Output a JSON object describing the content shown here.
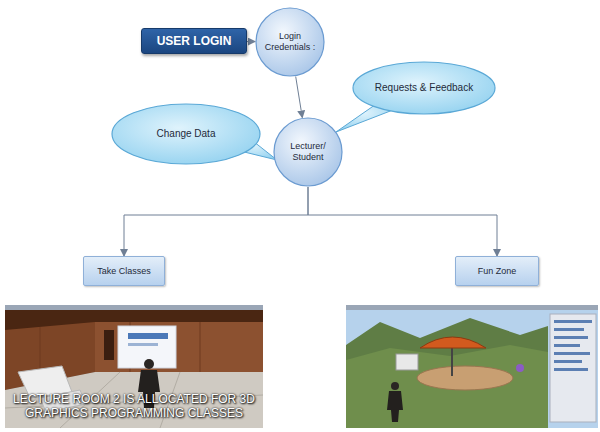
{
  "diagram": {
    "nodes": [
      {
        "text": [
          "USER LOGIN"
        ]
      },
      {
        "text": [
          "Login Credentials :"
        ]
      },
      {
        "text": [
          "Requests & Feedback"
        ]
      },
      {
        "text": [
          "Change Data"
        ]
      },
      {
        "text": [
          "Lecturer/ Student"
        ]
      },
      {
        "text": [
          "Take Classes"
        ]
      },
      {
        "text": [
          "Fun Zone"
        ]
      }
    ],
    "edges": [
      {
        "from": 0,
        "to": 1,
        "arrow": "to"
      },
      {
        "from": 1,
        "to": 4,
        "arrow": "to"
      },
      {
        "from": 4,
        "to": 5,
        "arrow": "to"
      },
      {
        "from": 4,
        "to": 6,
        "arrow": "to"
      }
    ],
    "labels": [
      "LECTURE ROOM 2 IS ALLOCATED FOR 3D GRAPHICS PROGRAMMING CLASSES"
    ]
  }
}
